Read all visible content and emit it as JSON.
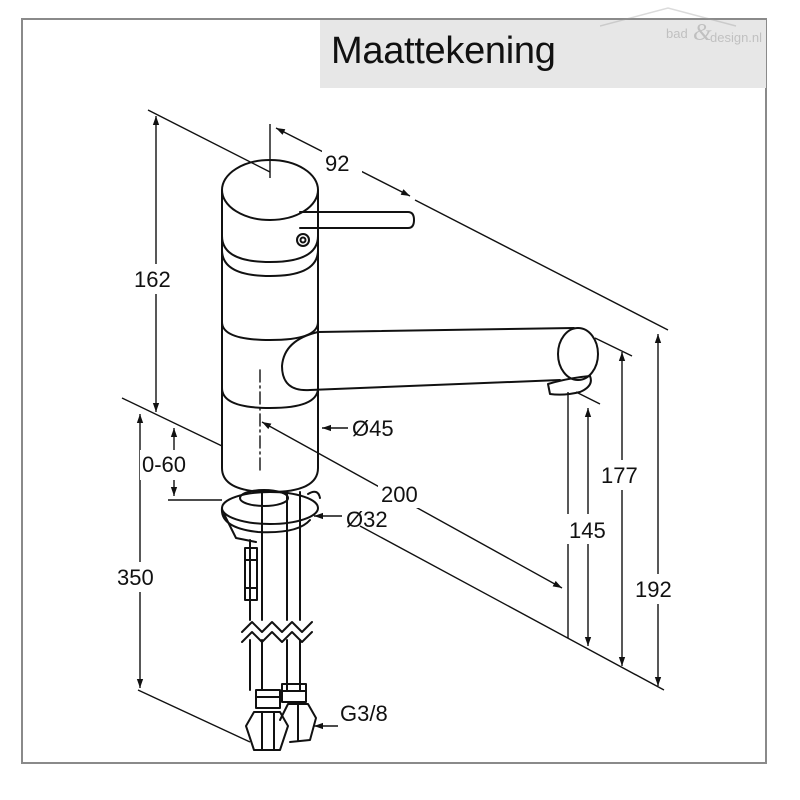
{
  "title": "Maattekening",
  "watermark": {
    "left": "bad",
    "amp": "&",
    "right": "design.nl"
  },
  "dimensions": {
    "d92": "92",
    "d162": "162",
    "d45": "Ø45",
    "d0_60": "0-60",
    "d200": "200",
    "d32": "Ø32",
    "d177": "177",
    "d145": "145",
    "d192": "192",
    "d350": "350",
    "thread": "G3/8"
  },
  "colors": {
    "line": "#111111",
    "frame": "#8a8a8a",
    "title_bg": "#e7e7e7"
  }
}
